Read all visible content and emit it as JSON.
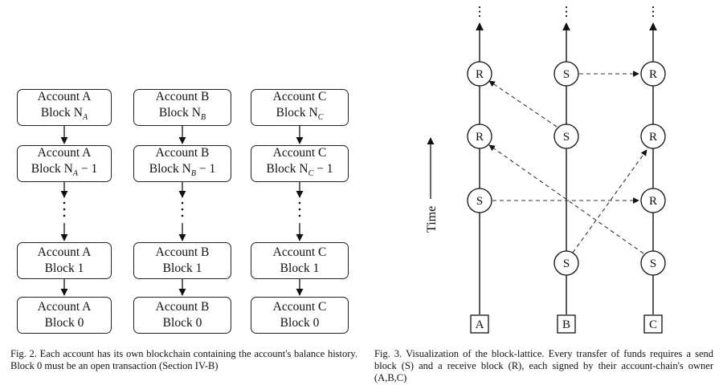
{
  "fig2": {
    "columns": [
      {
        "id": "A",
        "blocks": [
          {
            "line1": "Account A",
            "line2": "Block N",
            "sub": "A",
            "suffix": ""
          },
          {
            "line1": "Account A",
            "line2": "Block N",
            "sub": "A",
            "suffix": " − 1"
          },
          {
            "line1": "Account A",
            "line2": "Block 1",
            "sub": "",
            "suffix": ""
          },
          {
            "line1": "Account A",
            "line2": "Block 0",
            "sub": "",
            "suffix": ""
          }
        ]
      },
      {
        "id": "B",
        "blocks": [
          {
            "line1": "Account B",
            "line2": "Block N",
            "sub": "B",
            "suffix": ""
          },
          {
            "line1": "Account B",
            "line2": "Block N",
            "sub": "B",
            "suffix": " − 1"
          },
          {
            "line1": "Account B",
            "line2": "Block 1",
            "sub": "",
            "suffix": ""
          },
          {
            "line1": "Account B",
            "line2": "Block 0",
            "sub": "",
            "suffix": ""
          }
        ]
      },
      {
        "id": "C",
        "blocks": [
          {
            "line1": "Account C",
            "line2": "Block N",
            "sub": "C",
            "suffix": ""
          },
          {
            "line1": "Account C",
            "line2": "Block N",
            "sub": "C",
            "suffix": " − 1"
          },
          {
            "line1": "Account C",
            "line2": "Block 1",
            "sub": "",
            "suffix": ""
          },
          {
            "line1": "Account C",
            "line2": "Block 0",
            "sub": "",
            "suffix": ""
          }
        ]
      }
    ],
    "caption": "Fig. 2. Each account has its own blockchain containing the account's balance history. Block 0 must be an open transaction (Section IV-B)"
  },
  "fig3": {
    "time_label": "Time",
    "chains": [
      {
        "base": "A",
        "nodes": [
          "R",
          "R",
          "S"
        ]
      },
      {
        "base": "B",
        "nodes": [
          "S",
          "S",
          "S"
        ]
      },
      {
        "base": "C",
        "nodes": [
          "R",
          "R",
          "R",
          "S"
        ]
      }
    ],
    "transfers": [
      {
        "from": "B S",
        "to": "A R"
      },
      {
        "from": "B S",
        "to": "C R"
      },
      {
        "from": "C S",
        "to": "A R"
      },
      {
        "from": "A S",
        "to": "C R"
      },
      {
        "from": "B S",
        "to": "C R"
      }
    ],
    "caption": "Fig. 3. Visualization of the block-lattice. Every transfer of funds requires a send block (S) and a receive block (R), each signed by their account-chain's owner (A,B,C)"
  }
}
